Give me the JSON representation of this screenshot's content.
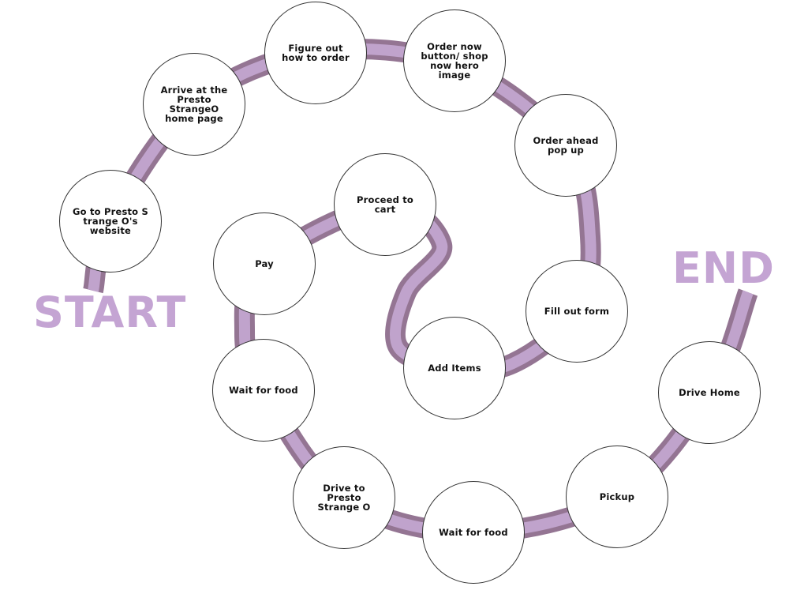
{
  "colors": {
    "track_outline": "#947593",
    "track_fill": "#c0a3cc",
    "label": "#c4a4d3"
  },
  "start_label": "START",
  "end_label": "END",
  "steps": [
    "Go to Presto S trange O's website",
    "Arrive at the Presto StrangeO home page",
    "Figure out how to order",
    "Order now button/ shop now hero image",
    "Order ahead pop up",
    "Fill out form",
    "Add Items",
    "Proceed to cart",
    "Pay",
    "Wait for food",
    "Drive to Presto Strange O",
    "Wait for food",
    "Pickup",
    "Drive Home"
  ]
}
